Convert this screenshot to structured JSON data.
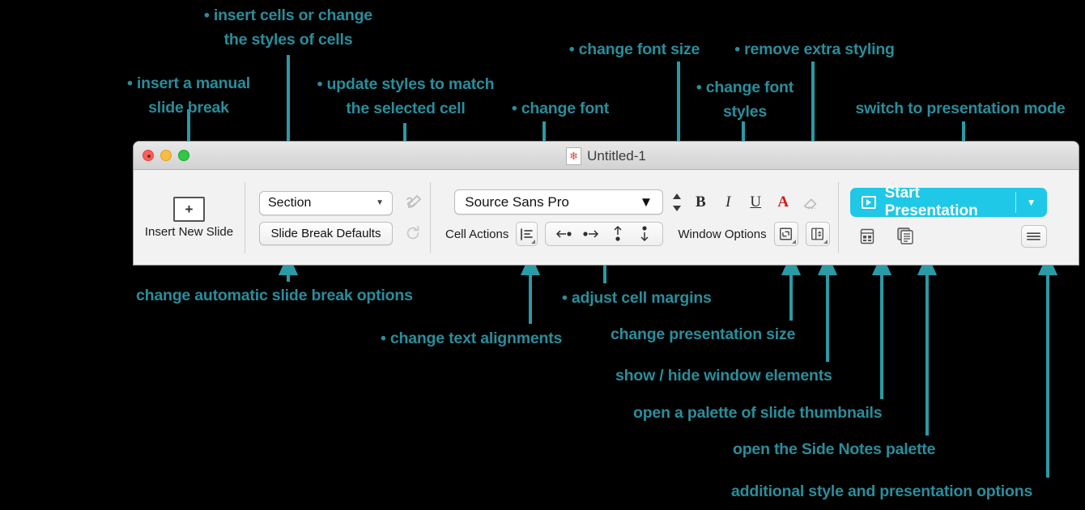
{
  "window": {
    "title": "Untitled-1",
    "doc_icon": "snowflake-icon",
    "traffic_lights": [
      "close-button",
      "minimize-button",
      "zoom-button"
    ]
  },
  "toolbar": {
    "insert_slide": {
      "icon": "plus-in-slide-icon",
      "label": "Insert New\nSlide"
    },
    "section": {
      "style_popup_value": "Section",
      "style_popup_caret": "▼",
      "slide_break_defaults": "Slide Break Defaults",
      "update_style_icon": "pen-style-update-icon",
      "revert_style_icon": "revert-circular-arrow-icon"
    },
    "font": {
      "font_popup_value": "Source Sans Pro",
      "font_popup_caret": "▼",
      "size_stepper_icon": "up-down-stepper-icon",
      "cell_actions_label": "Cell Actions",
      "cell_actions_icon": "cell-align-icon",
      "margins": [
        {
          "name": "margin-left-icon",
          "glyph": "←•"
        },
        {
          "name": "margin-right-icon",
          "glyph": "•→"
        },
        {
          "name": "margin-top-icon",
          "glyph": "↑"
        },
        {
          "name": "margin-bottom-icon",
          "glyph": "↓"
        }
      ],
      "styles": [
        {
          "name": "bold-button",
          "glyph": "B"
        },
        {
          "name": "italic-button",
          "glyph": "I"
        },
        {
          "name": "underline-button",
          "glyph": "U"
        },
        {
          "name": "text-color-button",
          "glyph": "A"
        },
        {
          "name": "clear-styling-button",
          "glyph": "eraser-icon"
        }
      ]
    },
    "window_options": {
      "label": "Window Options",
      "presentation_size_icon": "resize-diagonal-icon",
      "show_hide_icon": "panel-toggle-icon"
    },
    "right": {
      "start_presentation": "Start Presentation",
      "start_presentation_icon": "play-in-box-icon",
      "start_presentation_caret": "▼",
      "slide_thumbnails_icon": "grid-thumbnails-icon",
      "side_notes_icon": "side-notes-icon",
      "more_options_icon": "hamburger-menu-icon"
    }
  },
  "annotations": [
    {
      "name": "anno-insert-manual-slide-break",
      "text": "• insert a manual\nslide break"
    },
    {
      "name": "anno-insert-cells-or-change-styles",
      "text": "• insert cells or change\nthe styles of cells"
    },
    {
      "name": "anno-update-styles-to-match",
      "text": "• update styles to match\nthe selected cell"
    },
    {
      "name": "anno-change-font",
      "text": "• change font"
    },
    {
      "name": "anno-change-font-size",
      "text": "• change font size"
    },
    {
      "name": "anno-change-font-styles",
      "text": "• change font\nstyles"
    },
    {
      "name": "anno-remove-extra-styling",
      "text": "• remove extra styling"
    },
    {
      "name": "anno-switch-to-presentation-mode",
      "text": "switch to presentation mode"
    },
    {
      "name": "anno-change-automatic-slide-break-options",
      "text": "change automatic  slide break options"
    },
    {
      "name": "anno-change-text-alignments",
      "text": "• change text alignments"
    },
    {
      "name": "anno-adjust-cell-margins",
      "text": "• adjust cell margins"
    },
    {
      "name": "anno-change-presentation-size",
      "text": "change presentation size"
    },
    {
      "name": "anno-show-hide-window-elements",
      "text": "show / hide window elements"
    },
    {
      "name": "anno-open-palette-of-slide-thumbnails",
      "text": "open a palette of slide thumbnails"
    },
    {
      "name": "anno-open-side-notes-palette",
      "text": "open the Side Notes palette"
    },
    {
      "name": "anno-additional-style-and-presentation-options",
      "text": "additional style and presentation options"
    }
  ],
  "colors": {
    "background": "#000000",
    "annotation": "#2A8D9B",
    "leader": "#2A9AA5",
    "accent_button": "#1EC8E6",
    "toolbar": "#F2F2F2",
    "titlebar": "#DCDCDC"
  }
}
